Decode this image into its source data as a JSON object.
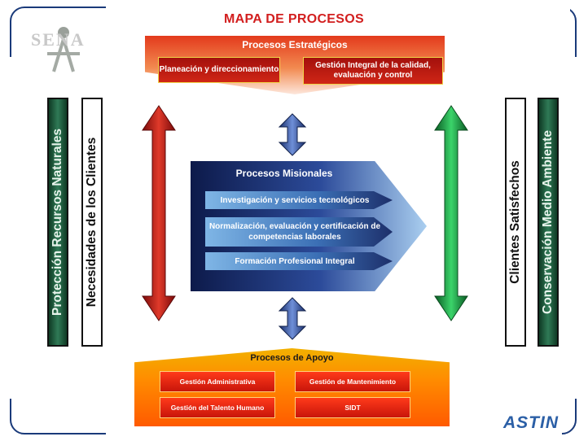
{
  "title": "MAPA DE PROCESOS",
  "logo_text": "SENA",
  "estrategicos": {
    "title": "Procesos Estratégicos",
    "items": [
      "Planeación y direccionamiento",
      "Gestión Integral de la calidad, evaluación y control"
    ]
  },
  "misionales": {
    "title": "Procesos Misionales",
    "items": [
      "Investigación y servicios tecnológicos",
      "Normalización, evaluación y certificación de competencias laborales",
      "Formación Profesional Integral"
    ]
  },
  "apoyo": {
    "title": "Procesos de Apoyo",
    "items": [
      "Gestión Administrativa",
      "Gestión de Mantenimiento",
      "Gestión del Talento Humano",
      "SIDT"
    ]
  },
  "left_labels": [
    "Protección Recursos Naturales",
    "Necesidades de los Clientes"
  ],
  "right_labels": [
    "Clientes Satisfechos",
    "Conservación Medio Ambiente"
  ],
  "brand": "ASTIN",
  "colors": {
    "title": "#d21e1e",
    "left_arrow": "#c01818",
    "right_arrow": "#18a040",
    "center_arrows": "#2a4a9a"
  }
}
